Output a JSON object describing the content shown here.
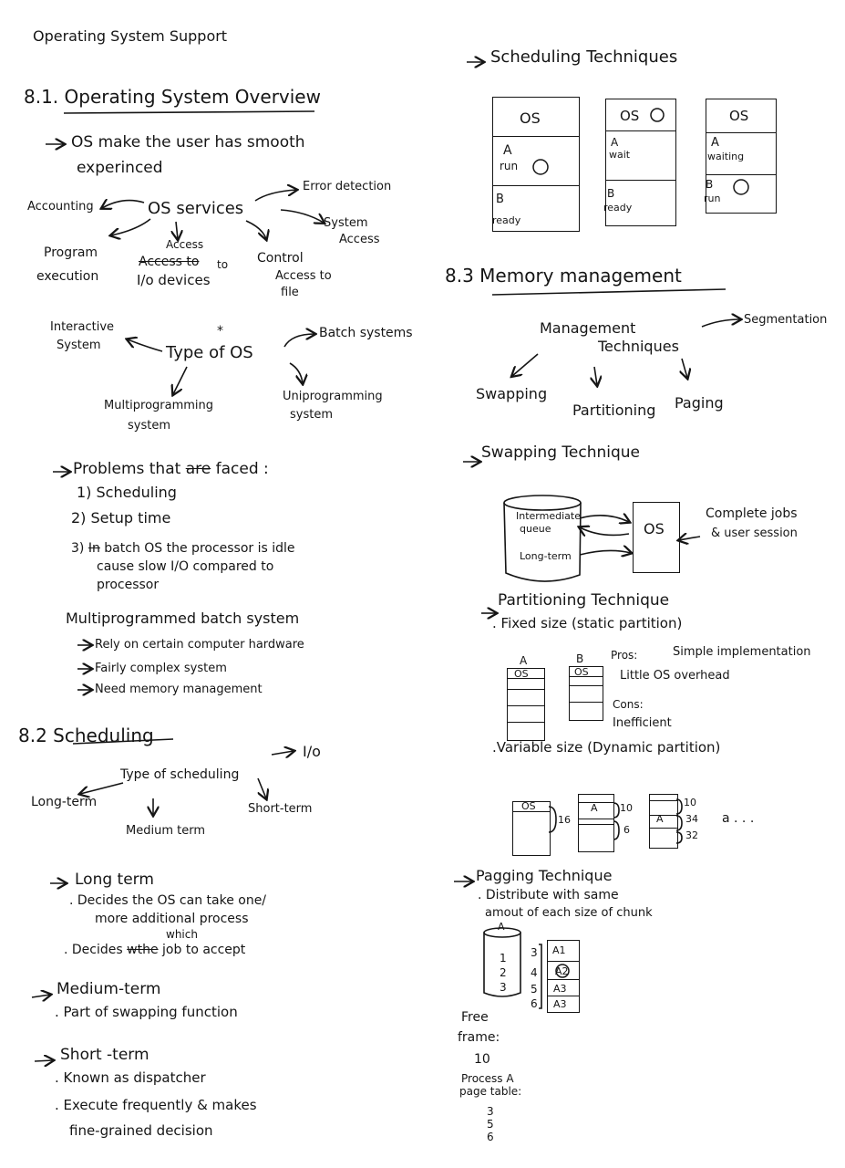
{
  "page_title": "Operating System Support",
  "s81": {
    "heading": "8.1. Operating System Overview",
    "os_smooth": [
      "OS make the user has smooth",
      "experinced"
    ],
    "services": {
      "center": "OS services",
      "error": "Error detection",
      "accounting": "Accounting",
      "system_access": [
        "System",
        "Access"
      ],
      "program_exec": [
        "Program",
        "execution"
      ],
      "access_io": [
        "Access",
        "to",
        "I/o devices"
      ],
      "access_io_strike": "Access to",
      "control": [
        "Control",
        "Access to",
        "file"
      ]
    },
    "types": {
      "center": "Type of OS",
      "star": "*",
      "interactive": [
        "Interactive",
        "System"
      ],
      "batch": "Batch systems",
      "multi": [
        "Multiprogramming",
        "system"
      ],
      "uni": [
        "Uniprogramming",
        "system"
      ]
    },
    "problems": {
      "heading_a": "Problems that",
      "heading_strike": "are",
      "heading_b": "faced :",
      "items": [
        "1) Scheduling",
        "2) Setup time"
      ],
      "item3_num": "3)",
      "item3_strike": "In",
      "item3_lines": [
        "batch OS the processor is idle",
        "cause slow I/O compared to",
        "processor"
      ]
    },
    "multiprog": {
      "title": "Multiprogrammed batch system",
      "items": [
        "Rely on certain computer hardware",
        "Fairly complex system",
        "Need memory management"
      ]
    }
  },
  "s82": {
    "heading": "8.2 Scheduling",
    "type_label": "Type of scheduling",
    "io": "I/o",
    "long": "Long-term",
    "medium": "Medium term",
    "short": "Short-term",
    "long_term": {
      "title": "Long term",
      "lines": [
        "Decides the OS can take one/",
        "more additional process"
      ],
      "which": "which",
      "line3_a": "Decides",
      "line3_strike": "wthe",
      "line3_b": "job to accept"
    },
    "medium_term": {
      "title": "Medium-term",
      "line": ". Part of swapping function"
    },
    "short_term": {
      "title": "Short -term",
      "lines": [
        ". Known as dispatcher",
        ". Execute frequently & makes",
        "fine-grained decision"
      ]
    }
  },
  "sched_tech": {
    "heading": "Scheduling Techniques",
    "os": "OS",
    "d1": {
      "a": [
        "A",
        "run"
      ],
      "b": [
        "B",
        "ready"
      ]
    },
    "d2": {
      "a": [
        "A",
        "wait"
      ],
      "b": [
        "B",
        "ready"
      ]
    },
    "d3": {
      "a": [
        "A",
        "waiting"
      ],
      "b": [
        "B",
        "run"
      ]
    }
  },
  "s83": {
    "heading": "8.3 Memory management",
    "mgmt": [
      "Management",
      "Techniques"
    ],
    "segmentation": "Segmentation",
    "swapping": "Swapping",
    "partitioning": "Partitioning",
    "paging": "Paging"
  },
  "swap_tech": {
    "heading": "Swapping Technique",
    "intermediate": [
      "Intermediate",
      "queue"
    ],
    "longterm": "Long-term",
    "os": "OS",
    "complete": [
      "Complete jobs",
      "& user session"
    ]
  },
  "partition": {
    "heading": "Partitioning Technique",
    "fixed": ". Fixed size (static partition)",
    "label_a": "A",
    "label_b": "B",
    "os": "OS",
    "pros": [
      "Pros:",
      "Simple implementation",
      "Little OS overhead"
    ],
    "cons": [
      "Cons:",
      "Inefficient"
    ],
    "variable": ".Variable size (Dynamic partition)",
    "v_os": "OS",
    "v_16": "16",
    "v_a": "A",
    "v1_nums": [
      "10",
      "6"
    ],
    "v2_nums": [
      "10",
      "34",
      "32"
    ],
    "ellipsis": "a . . ."
  },
  "paging": {
    "heading": "Pagging Technique",
    "lines": [
      ". Distribute with same",
      "amout of each size of chunk"
    ],
    "process_label": "A",
    "process_pages": [
      "1",
      "2",
      "3"
    ],
    "frame_nums": [
      "3",
      "4",
      "5",
      "6"
    ],
    "frames": [
      "A1",
      "A2",
      "A3",
      "A3"
    ],
    "free": [
      "Free",
      "frame:",
      "10"
    ],
    "table": [
      "Process A",
      "page table:",
      "3",
      "5",
      "6"
    ]
  }
}
